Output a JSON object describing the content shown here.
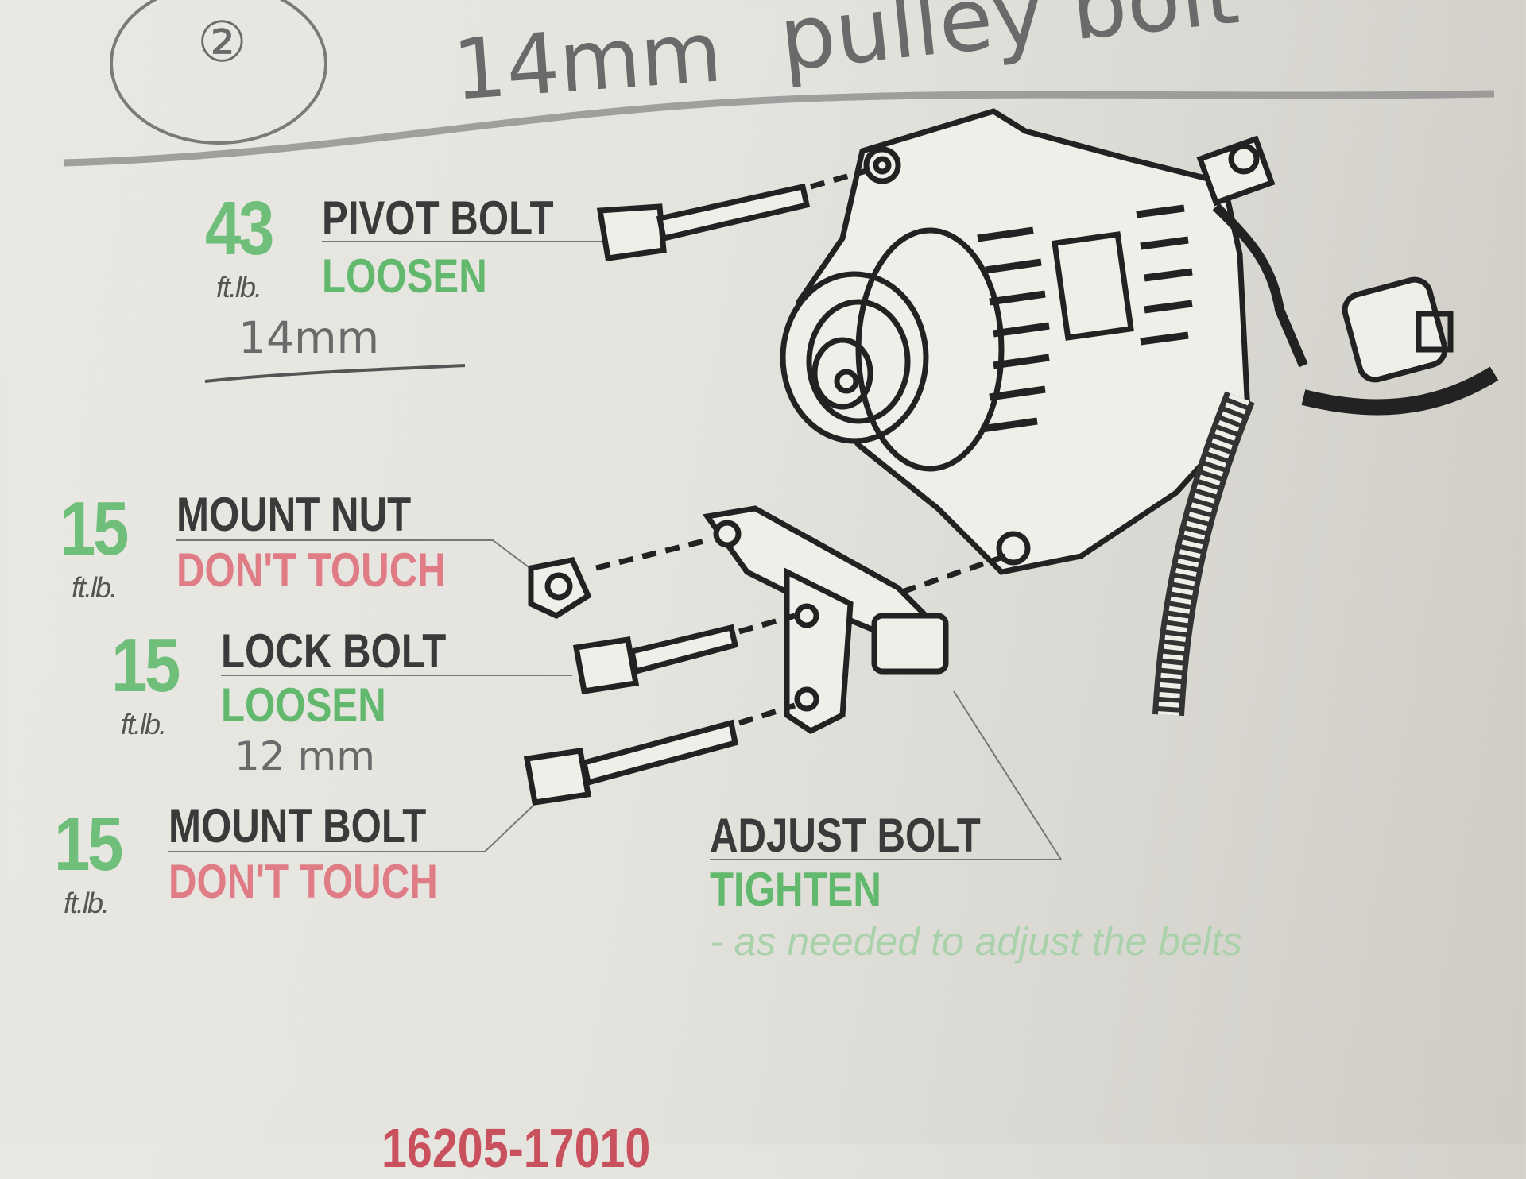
{
  "handwriting": {
    "step_number": "②",
    "title_line": "pulley bolt",
    "title_size": "14mm",
    "pivot_note": "14mm",
    "lock_note": "12 mm"
  },
  "callouts": [
    {
      "torque": "43",
      "unit": "ft.lb.",
      "part": "PIVOT BOLT",
      "action": "LOOSEN",
      "action_color": "#62b96d"
    },
    {
      "torque": "15",
      "unit": "ft.lb.",
      "part": "MOUNT NUT",
      "action": "DON'T TOUCH",
      "action_color": "#e07c86"
    },
    {
      "torque": "15",
      "unit": "ft.lb.",
      "part": "LOCK BOLT",
      "action": "LOOSEN",
      "action_color": "#62b96d"
    },
    {
      "torque": "15",
      "unit": "ft.lb.",
      "part": "MOUNT BOLT",
      "action": "DON'T TOUCH",
      "action_color": "#e07c86"
    }
  ],
  "adjust": {
    "part": "ADJUST BOLT",
    "action": "TIGHTEN",
    "note": "- as needed to adjust the belts"
  },
  "footer": {
    "part_number": "16205-17010"
  }
}
